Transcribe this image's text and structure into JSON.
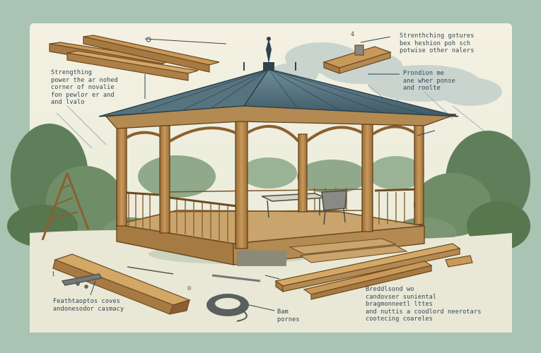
{
  "annotations": {
    "top_left": "Strengthing\npower the ar nohed\ncorner of novalie\nfon pewlor er and\nand lvalo",
    "top_right": "Strenthching gotures\nbex heshion poh sch\npotwise other nalers",
    "mid_right": "Prondion me\nane wher ponse\nand roolte",
    "bottom_left": "Feathtaoptos coves\nandonesodor casmacy",
    "bottom_center": "Bam\npornes",
    "bottom_right": "Breddlsond wo\ncandovser suniental\nbragmonneetl lttes\nand nuttis a coodlord neerotars\ncootecing coareles"
  },
  "callout_numbers": [
    "4",
    "1",
    "0"
  ],
  "colors": {
    "frame": "#a9c4b2",
    "paper": "#f3efe0",
    "wood": "#b88a4e",
    "roof": "#4d6b78",
    "foliage": "#5f7f5b"
  }
}
